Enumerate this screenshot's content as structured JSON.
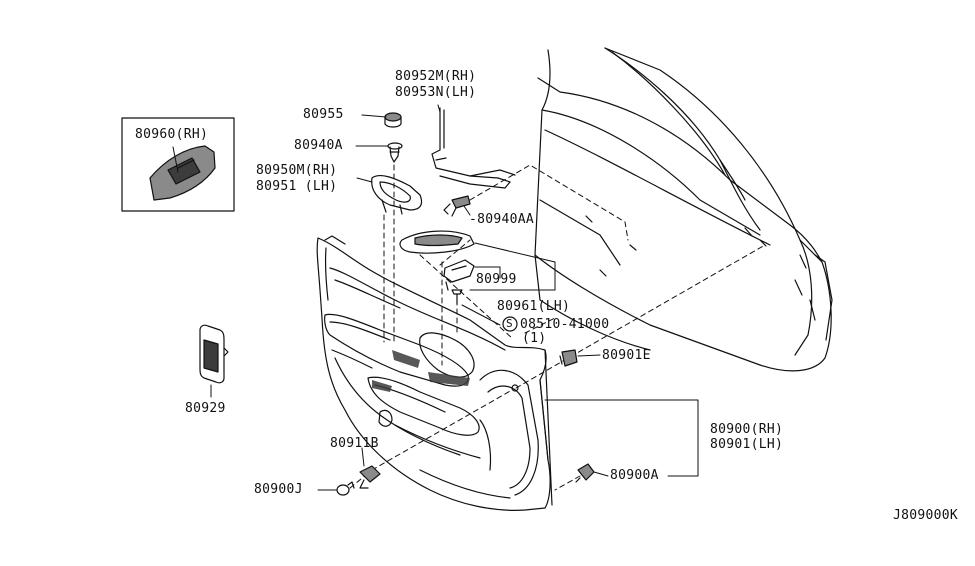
{
  "colors": {
    "line": "#111111",
    "part_fill": "#8a8a8a",
    "part_dark": "#3c3c3c",
    "background": "#ffffff"
  },
  "inset_box": {
    "label": "80960(RH)"
  },
  "labels": {
    "p80952m": "80952M(RH)",
    "p80953n": "80953N(LH)",
    "p80955": "80955",
    "p80940a": "80940A",
    "p80950m": "80950M(RH)",
    "p80951": "80951 (LH)",
    "p80940aa": "-80940AA",
    "p80999": "80999",
    "p80961": "80961(LH)",
    "screw_symbol": "S",
    "p08510": "08510-41000",
    "p08510_qty": "(1)",
    "p80901e": "80901E",
    "p80929": "80929",
    "p80900rh": "80900(RH)",
    "p80901lh": "80901(LH)",
    "p80911b": "80911B",
    "p80900j": "80900J",
    "p80900a": "80900A",
    "drawing_code": "J809000K"
  }
}
